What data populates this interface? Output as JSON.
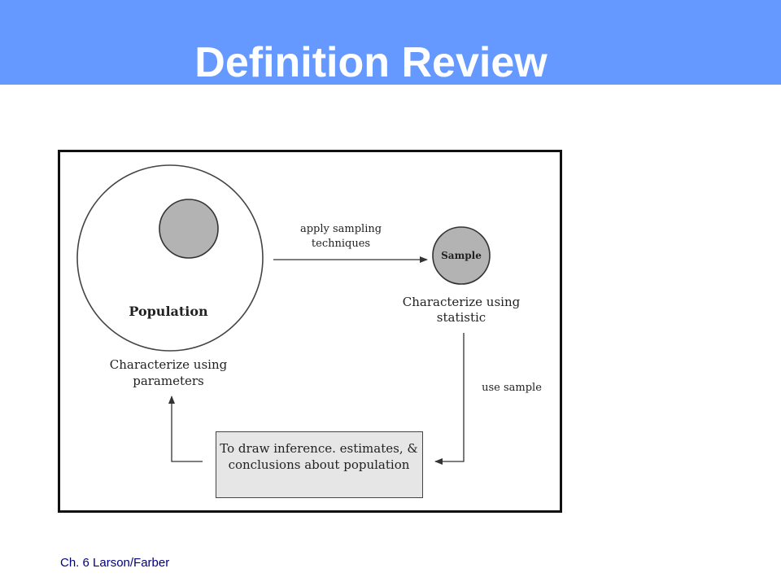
{
  "slide": {
    "title": "Definition Review",
    "footer": "Ch. 6 Larson/Farber"
  },
  "diagram": {
    "population_label": "Population",
    "sample_label": "Sample",
    "apply_label": "apply sampling techniques",
    "statistic_label": "Characterize using statistic",
    "parameters_label": "Characterize using parameters",
    "use_sample_label": "use sample",
    "inference_label": "To draw inference. estimates, & conclusions about population"
  },
  "colors": {
    "title_bar": "#6699ff",
    "title_text": "#ffffff",
    "footer_text": "#000080",
    "circle_fill": "#b3b3b3",
    "inference_box_fill": "#e6e6e6"
  }
}
